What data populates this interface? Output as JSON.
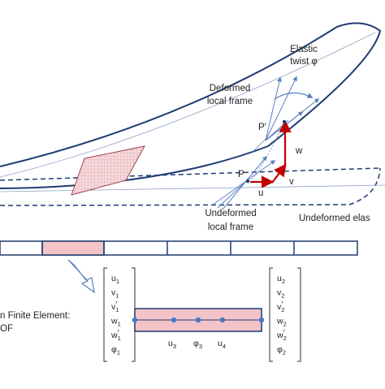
{
  "labels": {
    "elastic_twist_line1": "Elastic",
    "elastic_twist_line2": "twist φ",
    "deformed_frame_line1": "Deformed",
    "deformed_frame_line2": "local frame",
    "p_prime": "P′",
    "p": "P",
    "w": "w",
    "v": "v",
    "u": "u",
    "undeformed_frame_line1": "Undeformed",
    "undeformed_frame_line2": "local frame",
    "undeformed_elastic": "Undeformed elas",
    "fe_line1": "n Finite Element:",
    "fe_line2": "OF"
  },
  "dof_left": [
    {
      "base": "u",
      "sub": "1",
      "prime": false
    },
    {
      "base": "v",
      "sub": "1",
      "prime": false
    },
    {
      "base": "v",
      "sub": "1",
      "prime": true
    },
    {
      "base": "w",
      "sub": "1",
      "prime": false
    },
    {
      "base": "w",
      "sub": "1",
      "prime": true
    },
    {
      "base": "φ",
      "sub": "1",
      "prime": false
    }
  ],
  "dof_right": [
    {
      "base": "u",
      "sub": "2",
      "prime": false
    },
    {
      "base": "v",
      "sub": "2",
      "prime": false
    },
    {
      "base": "v",
      "sub": "2",
      "prime": true
    },
    {
      "base": "w",
      "sub": "2",
      "prime": false
    },
    {
      "base": "w",
      "sub": "2",
      "prime": true
    },
    {
      "base": "φ",
      "sub": "2",
      "prime": false
    }
  ],
  "internal_nodes": [
    {
      "base": "u",
      "sub": "3"
    },
    {
      "base": "φ",
      "sub": "3"
    },
    {
      "base": "u",
      "sub": "4"
    }
  ],
  "colors": {
    "line": "#1f3b73",
    "frame": "#5b7fc0",
    "displacement": "#c00000",
    "element_fill": "#f2c4c8",
    "hatch": "#d88a92"
  }
}
